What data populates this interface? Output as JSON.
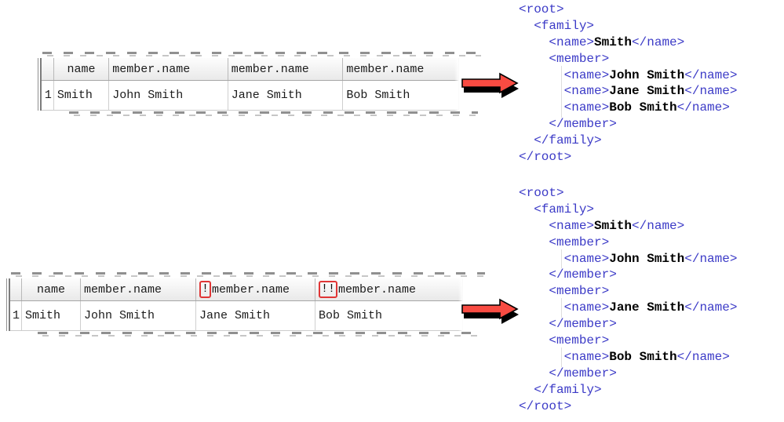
{
  "colors": {
    "xml_tag_blue": "#3c3bc7",
    "xml_value_black": "#000000",
    "arrow_red": "#f84b42",
    "arrow_shadow": "#000000",
    "highlight_box_red": "#e03636",
    "grid_border_gray": "#b9b9b9"
  },
  "examples": [
    {
      "name": "flat-mapping",
      "table": {
        "row_number": "1",
        "headers": [
          {
            "prefix": "",
            "label": "name"
          },
          {
            "prefix": "",
            "label": "member.name"
          },
          {
            "prefix": "",
            "label": "member.name"
          },
          {
            "prefix": "",
            "label": "member.name"
          }
        ],
        "row": [
          "Smith",
          "John Smith",
          "Jane Smith",
          "Bob Smith"
        ]
      },
      "xml_lines": [
        {
          "guide": false,
          "segments": [
            {
              "kind": "tag",
              "text": "<root>"
            }
          ]
        },
        {
          "guide": false,
          "segments": [
            {
              "kind": "tag",
              "text": "  <family>"
            }
          ]
        },
        {
          "guide": false,
          "segments": [
            {
              "kind": "tag",
              "text": "    <name>"
            },
            {
              "kind": "val",
              "text": "Smith"
            },
            {
              "kind": "tag",
              "text": "</name>"
            }
          ]
        },
        {
          "guide": false,
          "segments": [
            {
              "kind": "tag",
              "text": "    <member>"
            }
          ]
        },
        {
          "guide": true,
          "segments": [
            {
              "kind": "tag",
              "text": "      <name>"
            },
            {
              "kind": "val",
              "text": "John Smith"
            },
            {
              "kind": "tag",
              "text": "</name>"
            }
          ]
        },
        {
          "guide": true,
          "segments": [
            {
              "kind": "tag",
              "text": "      <name>"
            },
            {
              "kind": "val",
              "text": "Jane Smith"
            },
            {
              "kind": "tag",
              "text": "</name>"
            }
          ]
        },
        {
          "guide": true,
          "segments": [
            {
              "kind": "tag",
              "text": "      <name>"
            },
            {
              "kind": "val",
              "text": "Bob Smith"
            },
            {
              "kind": "tag",
              "text": "</name>"
            }
          ]
        },
        {
          "guide": false,
          "segments": [
            {
              "kind": "tag",
              "text": "    </member>"
            }
          ]
        },
        {
          "guide": false,
          "segments": [
            {
              "kind": "tag",
              "text": "  </family>"
            }
          ]
        },
        {
          "guide": false,
          "segments": [
            {
              "kind": "tag",
              "text": "</root>"
            }
          ]
        }
      ]
    },
    {
      "name": "repeated-member-mapping",
      "table": {
        "row_number": "1",
        "headers": [
          {
            "prefix": "",
            "label": "name"
          },
          {
            "prefix": "",
            "label": "member.name"
          },
          {
            "prefix": "!",
            "label": "member.name"
          },
          {
            "prefix": "!!",
            "label": "member.name"
          }
        ],
        "row": [
          "Smith",
          "John Smith",
          "Jane Smith",
          "Bob Smith"
        ]
      },
      "xml_lines": [
        {
          "guide": false,
          "segments": [
            {
              "kind": "tag",
              "text": "<root>"
            }
          ]
        },
        {
          "guide": false,
          "segments": [
            {
              "kind": "tag",
              "text": "  <family>"
            }
          ]
        },
        {
          "guide": false,
          "segments": [
            {
              "kind": "tag",
              "text": "    <name>"
            },
            {
              "kind": "val",
              "text": "Smith"
            },
            {
              "kind": "tag",
              "text": "</name>"
            }
          ]
        },
        {
          "guide": false,
          "segments": [
            {
              "kind": "tag",
              "text": "    <member>"
            }
          ]
        },
        {
          "guide": true,
          "segments": [
            {
              "kind": "tag",
              "text": "      <name>"
            },
            {
              "kind": "val",
              "text": "John Smith"
            },
            {
              "kind": "tag",
              "text": "</name>"
            }
          ]
        },
        {
          "guide": false,
          "segments": [
            {
              "kind": "tag",
              "text": "    </member>"
            }
          ]
        },
        {
          "guide": false,
          "segments": [
            {
              "kind": "tag",
              "text": "    <member>"
            }
          ]
        },
        {
          "guide": true,
          "segments": [
            {
              "kind": "tag",
              "text": "      <name>"
            },
            {
              "kind": "val",
              "text": "Jane Smith"
            },
            {
              "kind": "tag",
              "text": "</name>"
            }
          ]
        },
        {
          "guide": false,
          "segments": [
            {
              "kind": "tag",
              "text": "    </member>"
            }
          ]
        },
        {
          "guide": false,
          "segments": [
            {
              "kind": "tag",
              "text": "    <member>"
            }
          ]
        },
        {
          "guide": true,
          "segments": [
            {
              "kind": "tag",
              "text": "      <name>"
            },
            {
              "kind": "val",
              "text": "Bob Smith"
            },
            {
              "kind": "tag",
              "text": "</name>"
            }
          ]
        },
        {
          "guide": false,
          "segments": [
            {
              "kind": "tag",
              "text": "    </member>"
            }
          ]
        },
        {
          "guide": false,
          "segments": [
            {
              "kind": "tag",
              "text": "  </family>"
            }
          ]
        },
        {
          "guide": false,
          "segments": [
            {
              "kind": "tag",
              "text": "</root>"
            }
          ]
        }
      ]
    }
  ]
}
